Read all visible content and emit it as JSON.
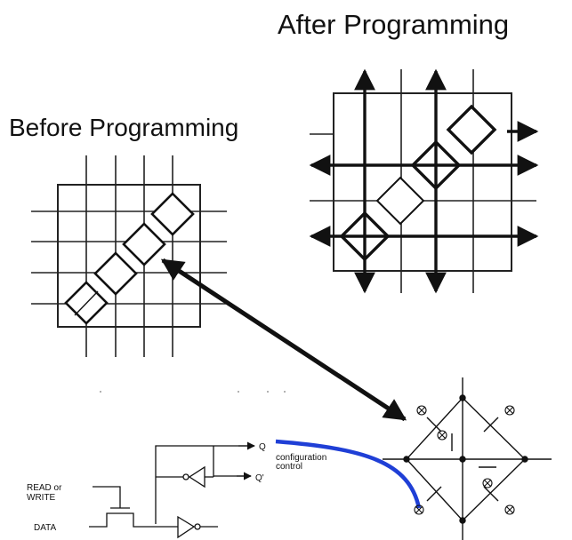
{
  "titles": {
    "after": "After Programming",
    "before": "Before Programming"
  },
  "circuit_labels": {
    "q": "Q",
    "q_bar": "Q'",
    "config_line1": "configuration",
    "config_line2": "control",
    "read_line1": "READ or",
    "read_line2": "WRITE",
    "data": "DATA"
  },
  "colors": {
    "ink": "#111111",
    "grid": "#222222",
    "config_wire": "#1f3fd6"
  }
}
